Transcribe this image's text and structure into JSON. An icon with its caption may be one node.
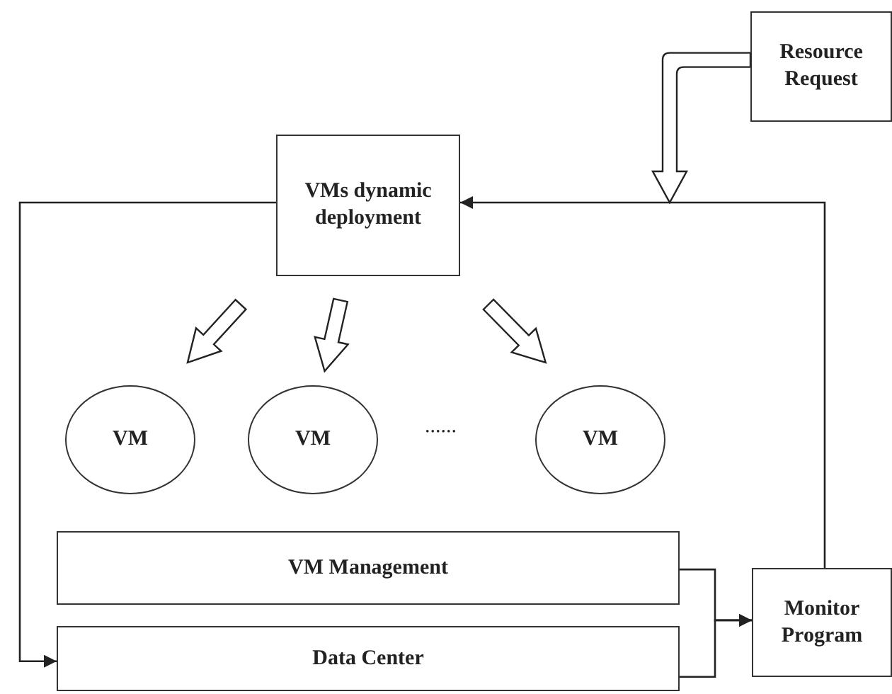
{
  "diagram": {
    "nodes": [
      {
        "text": [
          "Resource Request"
        ]
      },
      {
        "text": [
          "VMs dynamic deployment"
        ]
      },
      {
        "text": [
          "VM"
        ]
      },
      {
        "text": [
          "VM"
        ]
      },
      {
        "text": [
          "VM"
        ]
      },
      {
        "text": [
          "VM Management"
        ]
      },
      {
        "text": [
          "Data Center"
        ]
      },
      {
        "text": [
          "Monitor Program"
        ]
      }
    ],
    "edges": [
      {
        "from": 0,
        "to": null,
        "arrow": "to",
        "style": "thick"
      },
      {
        "from": 1,
        "to": 2,
        "arrow": "to",
        "style": "thick"
      },
      {
        "from": 1,
        "to": 3,
        "arrow": "to",
        "style": "thick"
      },
      {
        "from": 1,
        "to": 4,
        "arrow": "to",
        "style": "thick"
      },
      {
        "from": 7,
        "to": 1,
        "arrow": "to"
      },
      {
        "from": 1,
        "to": 6,
        "arrow": "to"
      },
      {
        "from": 5,
        "to": 7,
        "arrow": "to"
      },
      {
        "from": 6,
        "to": 7,
        "arrow": "to"
      }
    ],
    "labels": [
      "......"
    ]
  }
}
